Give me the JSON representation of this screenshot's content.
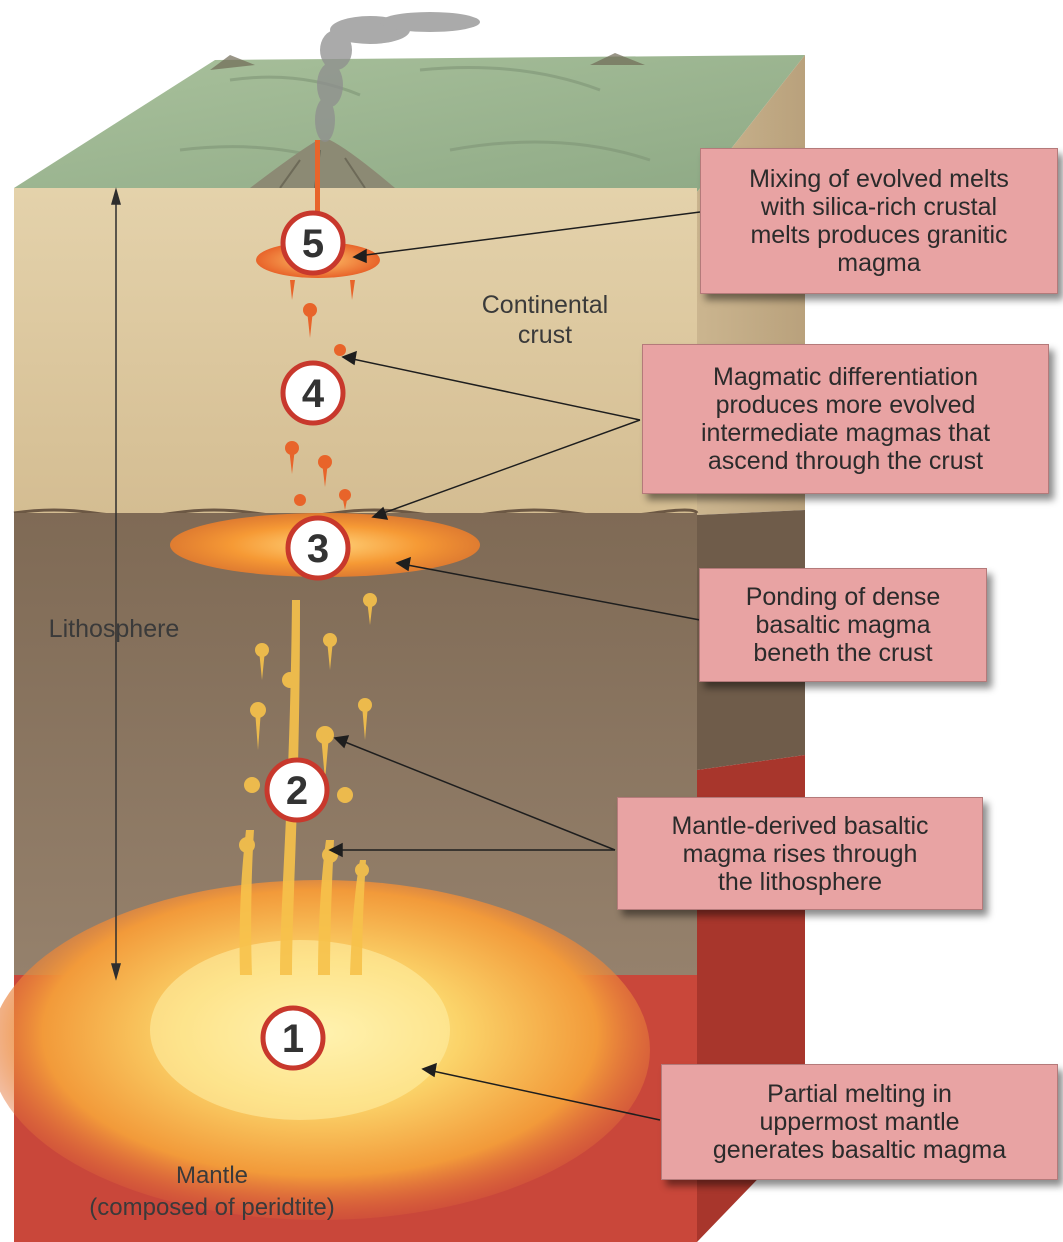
{
  "labels": {
    "continental_crust": [
      "Continental",
      "crust"
    ],
    "lithosphere": "Lithosphere",
    "mantle": [
      "Mantle",
      "(composed of peridtite)"
    ]
  },
  "steps": [
    "1",
    "2",
    "3",
    "4",
    "5"
  ],
  "callouts": {
    "step5": "Mixing of evolved melts\nwith silica-rich crustal\nmelts produces granitic\nmagma",
    "step4": "Magmatic differentiation\nproduces more evolved\nintermediate magmas that\nascend through the crust",
    "step3": "Ponding of dense\nbasaltic magma\nbeneth the crust",
    "step2": "Mantle-derived basaltic\nmagma rises through\nthe lithosphere",
    "step1": "Partial melting in\nuppermost mantle\ngenerates basaltic magma"
  },
  "colors": {
    "surface": "#9fb893",
    "crust": "#dcc79e",
    "lithospheric_mantle": "#8b7560",
    "asthenosphere": "#c9473a",
    "magma": "#f39a2d",
    "callout_fill": "#e8a3a3"
  }
}
